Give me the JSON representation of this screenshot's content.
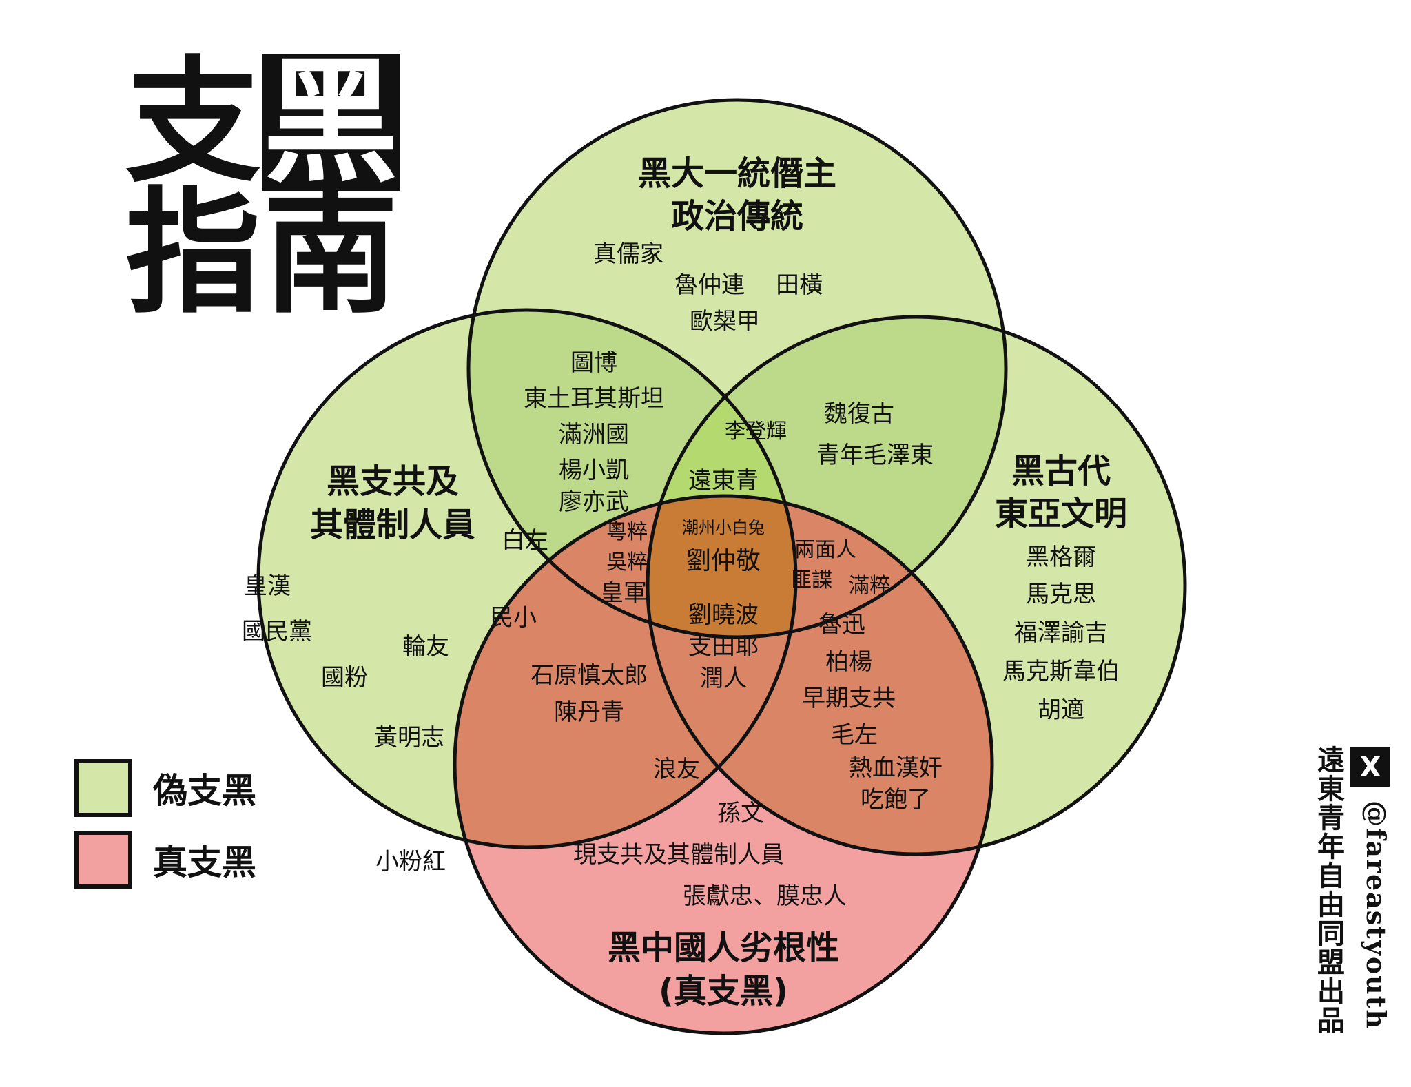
{
  "title": {
    "line1": [
      "支",
      "黑"
    ],
    "line2": [
      "指",
      "南"
    ]
  },
  "colors": {
    "fake": "#d4e6a8",
    "fake_overlap": "#bdd98a",
    "fake_triple": "#b4d96e",
    "real": "#f2a0a0",
    "real_overlap": "#d98566",
    "core": "#c97c35",
    "stroke": "#111111"
  },
  "legend": [
    {
      "label": "偽支黑",
      "color": "#d4e6a8"
    },
    {
      "label": "真支黑",
      "color": "#f2a0a0"
    }
  ],
  "circles": [
    {
      "id": "top",
      "heading": [
        "黑大一統僭主",
        "政治傳統"
      ]
    },
    {
      "id": "left",
      "heading": [
        "黑支共及",
        "其體制人員"
      ]
    },
    {
      "id": "right",
      "heading": [
        "黑古代",
        "東亞文明"
      ]
    },
    {
      "id": "bottom",
      "heading": [
        "黑中國人劣根性",
        "(真支黑)"
      ]
    }
  ],
  "labels": [
    {
      "text": "真儒家",
      "size": 34
    },
    {
      "text": "魯仲連",
      "size": 34
    },
    {
      "text": "田橫",
      "size": 34
    },
    {
      "text": "歐槼甲",
      "size": 34
    },
    {
      "text": "圖博",
      "size": 34
    },
    {
      "text": "東土耳其斯坦",
      "size": 34
    },
    {
      "text": "滿洲國",
      "size": 34
    },
    {
      "text": "楊小凱",
      "size": 34
    },
    {
      "text": "廖亦武",
      "size": 34
    },
    {
      "text": "魏復古",
      "size": 34
    },
    {
      "text": "青年毛澤東",
      "size": 34
    },
    {
      "text": "李登輝",
      "size": 30
    },
    {
      "text": "遠東青",
      "size": 34
    },
    {
      "text": "潮州小白兔",
      "size": 24
    },
    {
      "text": "劉仲敬",
      "size": 36
    },
    {
      "text": "粵粹",
      "size": 30
    },
    {
      "text": "吳粹",
      "size": 30
    },
    {
      "text": "皇軍",
      "size": 34
    },
    {
      "text": "兩面人",
      "size": 30
    },
    {
      "text": "匪諜",
      "size": 30
    },
    {
      "text": "滿粹",
      "size": 30
    },
    {
      "text": "劉曉波",
      "size": 34
    },
    {
      "text": "支田耶",
      "size": 34
    },
    {
      "text": "潤人",
      "size": 34
    },
    {
      "text": "白左",
      "size": 34
    },
    {
      "text": "民小",
      "size": 34
    },
    {
      "text": "皇漢",
      "size": 34
    },
    {
      "text": "國民黨",
      "size": 34
    },
    {
      "text": "輪友",
      "size": 34
    },
    {
      "text": "國粉",
      "size": 34
    },
    {
      "text": "黃明志",
      "size": 34
    },
    {
      "text": "黑格爾",
      "size": 34
    },
    {
      "text": "馬克思",
      "size": 34
    },
    {
      "text": "福澤諭吉",
      "size": 34
    },
    {
      "text": "馬克斯韋伯",
      "size": 34
    },
    {
      "text": "胡適",
      "size": 34
    },
    {
      "text": "石原慎太郎",
      "size": 34
    },
    {
      "text": "陳丹青",
      "size": 34
    },
    {
      "text": "浪友",
      "size": 34
    },
    {
      "text": "魯迅",
      "size": 34
    },
    {
      "text": "柏楊",
      "size": 34
    },
    {
      "text": "早期支共",
      "size": 34
    },
    {
      "text": "毛左",
      "size": 34
    },
    {
      "text": "熱血漢奸",
      "size": 34
    },
    {
      "text": "吃飽了",
      "size": 34
    },
    {
      "text": "孫文",
      "size": 34
    },
    {
      "text": "現支共及其體制人員",
      "size": 34
    },
    {
      "text": "張獻忠、膜忠人",
      "size": 34
    },
    {
      "text": "小粉紅",
      "size": 34
    }
  ],
  "credit": {
    "icon": "x-logo-icon",
    "x_glyph": "X",
    "handle": "@fareastyouth",
    "org": "遠東青年自由同盟出品"
  }
}
